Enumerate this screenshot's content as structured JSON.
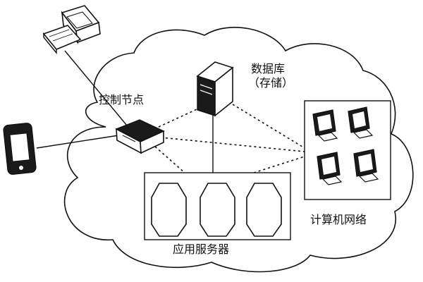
{
  "diagram": {
    "nodes": {
      "control_node": {
        "label": "控制节点"
      },
      "database": {
        "label_line1": "数据库",
        "label_line2": "（存储）"
      },
      "computer_network": {
        "label": "计算机网络"
      },
      "app_servers": {
        "label": "应用服务器"
      }
    },
    "colors": {
      "stroke": "#111111",
      "fill": "#ffffff",
      "device_dark": "#1a1a1a"
    }
  }
}
